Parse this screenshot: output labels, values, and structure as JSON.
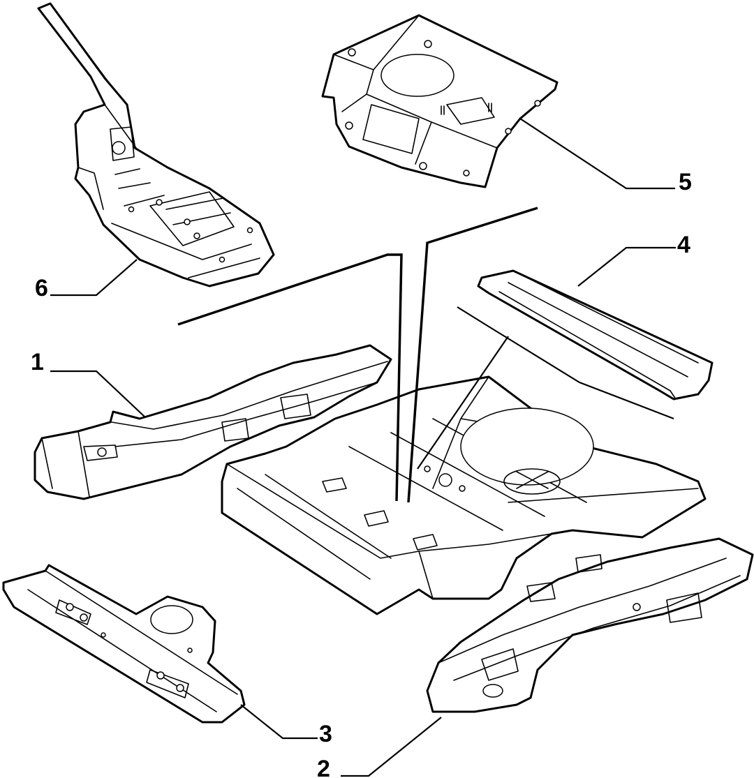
{
  "diagram": {
    "callouts": [
      {
        "id": "part-1",
        "label": "1"
      },
      {
        "id": "part-2",
        "label": "2"
      },
      {
        "id": "part-3",
        "label": "3"
      },
      {
        "id": "part-4",
        "label": "4"
      },
      {
        "id": "part-5",
        "label": "5"
      },
      {
        "id": "part-6",
        "label": "6"
      }
    ]
  }
}
